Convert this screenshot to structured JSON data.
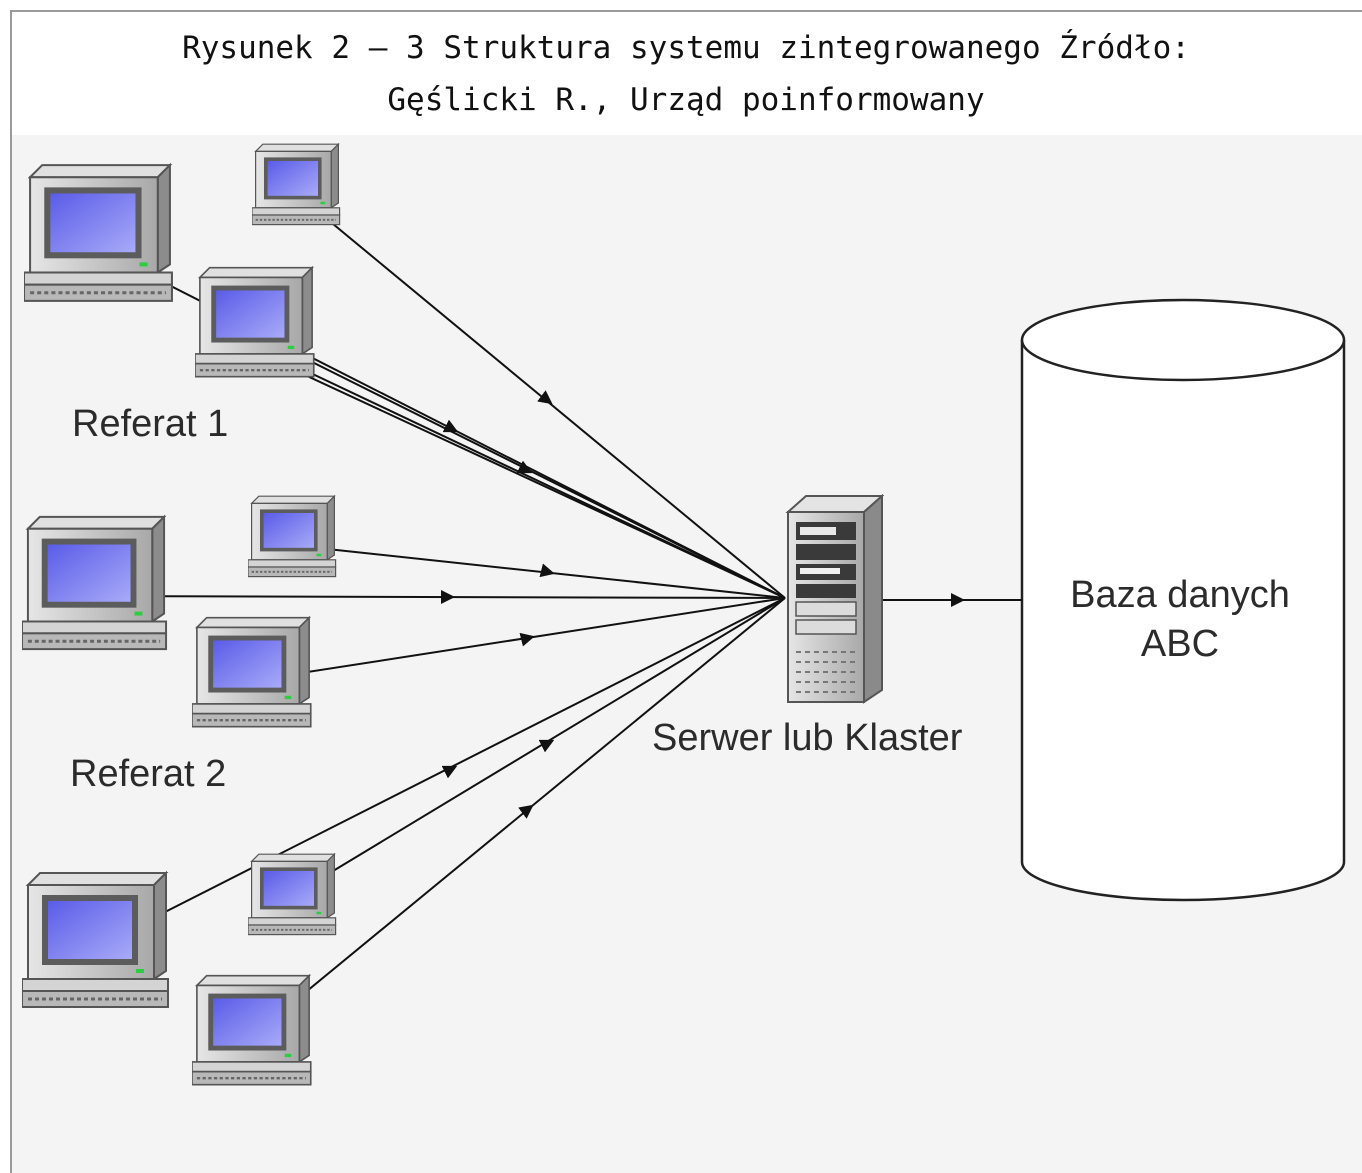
{
  "caption": {
    "line1": "Rysunek 2 – 3 Struktura systemu zintegrowanego Źródło:",
    "line2": "Gęślicki R., Urząd poinformowany"
  },
  "labels": {
    "group1": "Referat 1",
    "group2": "Referat 2",
    "server": "Serwer lub Klaster",
    "database_line1": "Baza danych",
    "database_line2": "ABC"
  },
  "colors": {
    "screen": "#7a7cf0",
    "monitor_case": "#c8c8c8",
    "line": "#222222"
  },
  "icons": {
    "workstation": "desktop-computer-icon",
    "server": "server-tower-icon",
    "database": "database-cylinder-icon"
  }
}
